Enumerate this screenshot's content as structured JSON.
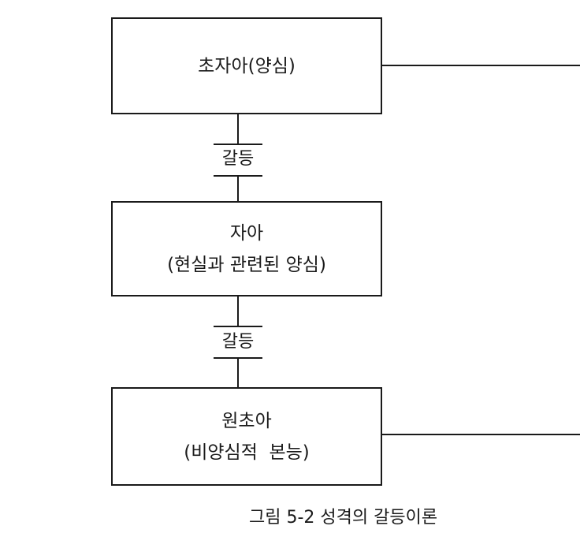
{
  "boxes": {
    "superego": {
      "line1": "초자아(양심)"
    },
    "ego": {
      "line1": "자아",
      "line2": "(현실과 관련된 양심)"
    },
    "id": {
      "line1": "원초아",
      "line2": "(비양심적  본능)"
    }
  },
  "connectors": {
    "conflict_upper": "갈등",
    "conflict_lower": "갈등"
  },
  "caption": "그림 5-2 성격의 갈등이론"
}
